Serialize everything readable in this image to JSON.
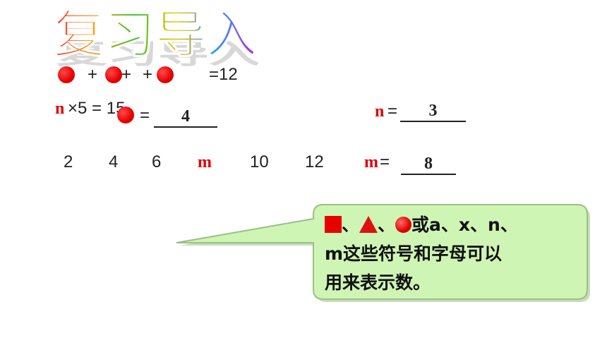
{
  "title": "复习导入",
  "colors": {
    "accent_red": "#e00000",
    "bubble_fill": "#cff5b4",
    "bubble_stroke": "#9bbf86"
  },
  "row1": {
    "plus_1": "+",
    "plus_2": "+",
    "plus_3": "+",
    "equals": "=12"
  },
  "row2": {
    "left_var": "n",
    "left_expr": "×5 = 15",
    "left_dash": "=",
    "left_answer": "4",
    "right_var": "n",
    "right_eq": "=",
    "right_answer": "3"
  },
  "row3": {
    "sequence": [
      "2",
      "4",
      "6",
      "m",
      "10",
      "12"
    ],
    "result_var": "m",
    "result_eq": " =",
    "result_answer": "8"
  },
  "bubble": {
    "sep_1": "、",
    "sep_2": "、",
    "line1_rest": "或a、x、n、",
    "line2": "m这些符号和字母可以",
    "line3": "用来表示数。"
  }
}
